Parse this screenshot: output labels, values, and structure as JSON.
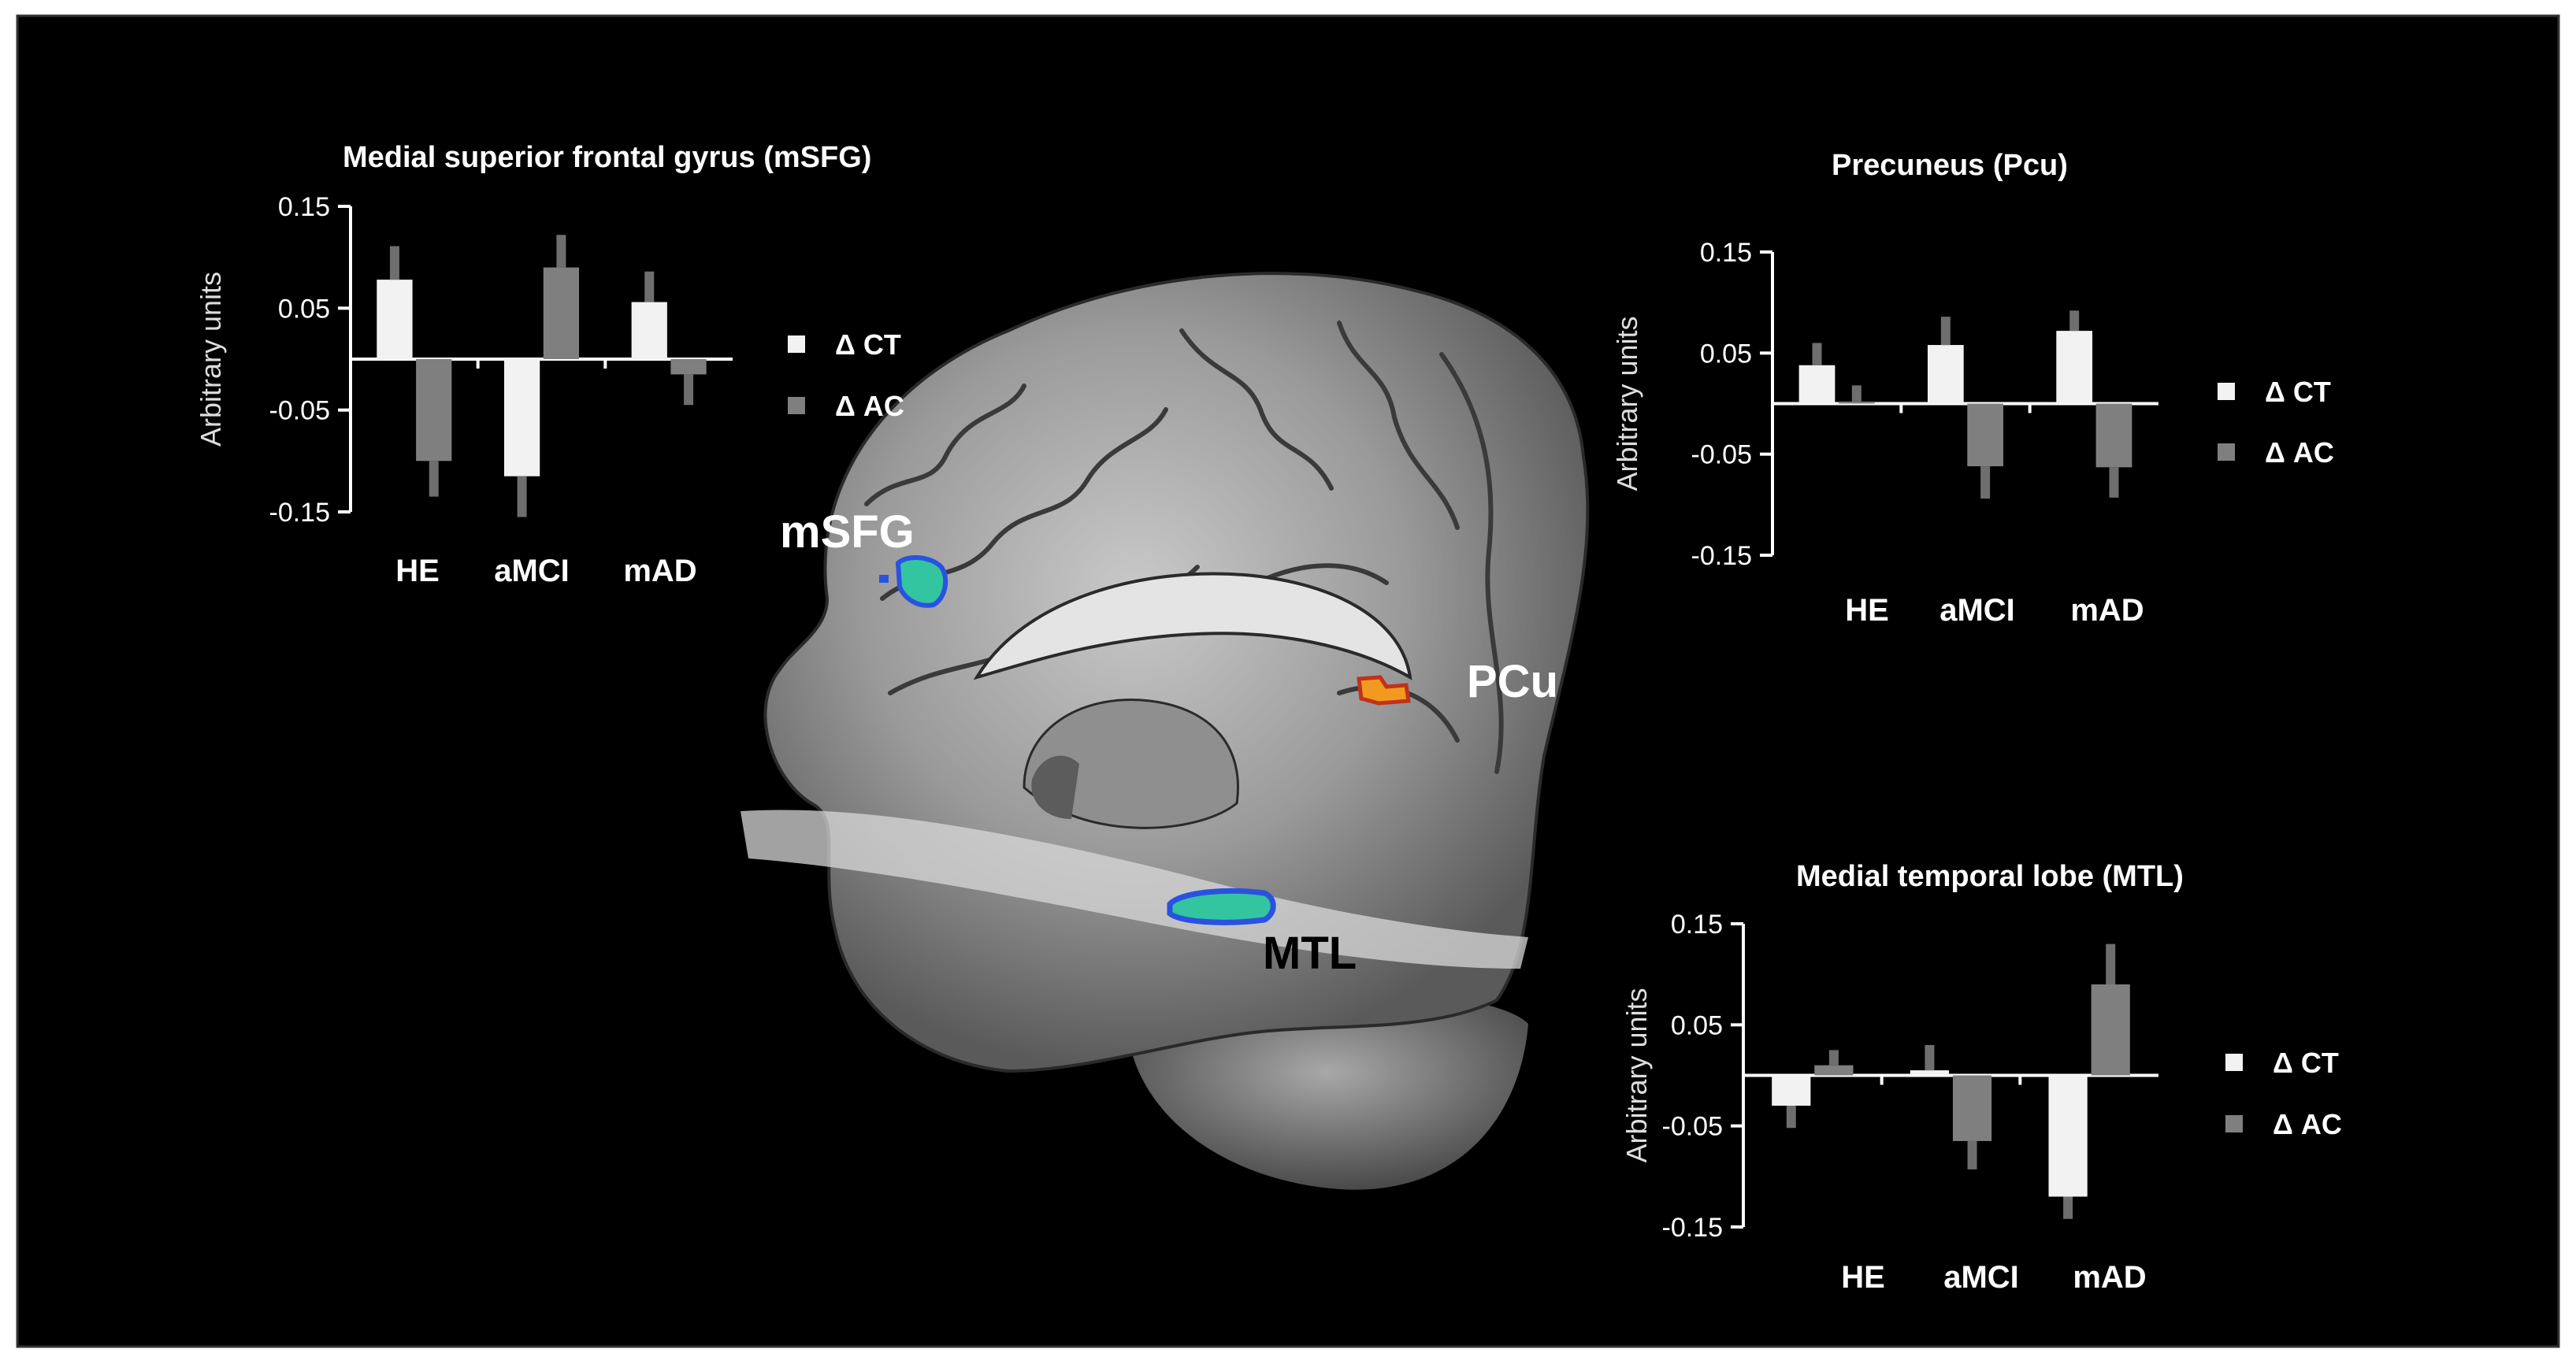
{
  "colors": {
    "background": "#000000",
    "frame": "#000000",
    "ct_bar": "#f2f2f2",
    "ac_bar": "#7f7f7f",
    "error_bar": "#6e6e6e",
    "axis": "#ffffff",
    "region_blue": "#2a52e0",
    "region_green": "#33c4a0",
    "region_orange": "#f29a1f",
    "region_red": "#c0321a"
  },
  "brain": {
    "labels": {
      "msfg": "mSFG",
      "pcu": "PCu",
      "mtl": "MTL"
    }
  },
  "chart_data": [
    {
      "type": "bar",
      "title": "Medial superior frontal gyrus (mSFG)",
      "ylabel": "Arbitrary units",
      "ylim": [
        -0.15,
        0.15
      ],
      "yticks": [
        "0.15",
        "0.05",
        "-0.05",
        "-0.15"
      ],
      "categories": [
        "HE",
        "aMCI",
        "mAD"
      ],
      "legend": [
        "Δ CT",
        "Δ AC"
      ],
      "series": [
        {
          "name": "Δ CT",
          "values": [
            0.078,
            -0.115,
            0.056
          ],
          "errors": [
            0.033,
            0.04,
            0.03
          ]
        },
        {
          "name": "Δ AC",
          "values": [
            -0.1,
            0.09,
            -0.015
          ],
          "errors": [
            0.035,
            0.032,
            0.03
          ]
        }
      ]
    },
    {
      "type": "bar",
      "title": "Precuneus (Pcu)",
      "ylabel": "Arbitrary units",
      "ylim": [
        -0.15,
        0.15
      ],
      "yticks": [
        "0.15",
        "0.05",
        "-0.05",
        "-0.15"
      ],
      "categories": [
        "HE",
        "aMCI",
        "mAD"
      ],
      "legend": [
        "Δ CT",
        "Δ AC"
      ],
      "series": [
        {
          "name": "Δ CT",
          "values": [
            0.038,
            0.058,
            0.072
          ],
          "errors": [
            0.022,
            0.028,
            0.02
          ]
        },
        {
          "name": "Δ AC",
          "values": [
            0.002,
            -0.062,
            -0.063
          ],
          "errors": [
            0.016,
            0.032,
            0.03
          ]
        }
      ]
    },
    {
      "type": "bar",
      "title": "Medial temporal lobe (MTL)",
      "ylabel": "Arbitrary units",
      "ylim": [
        -0.15,
        0.15
      ],
      "yticks": [
        "0.15",
        "0.05",
        "-0.05",
        "-0.15"
      ],
      "categories": [
        "HE",
        "aMCI",
        "mAD"
      ],
      "legend": [
        "Δ CT",
        "Δ AC"
      ],
      "series": [
        {
          "name": "Δ CT",
          "values": [
            -0.03,
            0.005,
            -0.12
          ],
          "errors": [
            0.022,
            0.025,
            0.022
          ]
        },
        {
          "name": "Δ AC",
          "values": [
            0.01,
            -0.065,
            0.09
          ],
          "errors": [
            0.015,
            0.028,
            0.04
          ]
        }
      ]
    }
  ]
}
